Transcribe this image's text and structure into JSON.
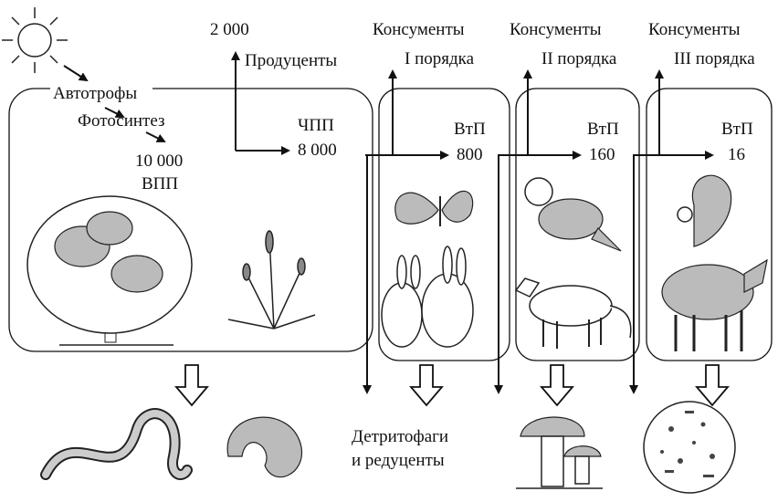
{
  "labels": {
    "autotrophs": "Автотрофы",
    "photosynthesis": "Фотосинтез",
    "gpp_value": "10 000",
    "gpp": "ВПП",
    "respiration_value": "2 000",
    "producers": "Продуценты",
    "npp": "ЧПП",
    "npp_value": "8 000",
    "detritus_line1": "Детритофаги",
    "detritus_line2": "и редуценты"
  },
  "consumers": [
    {
      "title_line1": "Консументы",
      "title_line2": "I порядка",
      "label": "ВтП",
      "value": "800"
    },
    {
      "title_line1": "Консументы",
      "title_line2": "II порядка",
      "label": "ВтП",
      "value": "160"
    },
    {
      "title_line1": "Консументы",
      "title_line2": "III порядка",
      "label": "ВтП",
      "value": "16"
    }
  ]
}
